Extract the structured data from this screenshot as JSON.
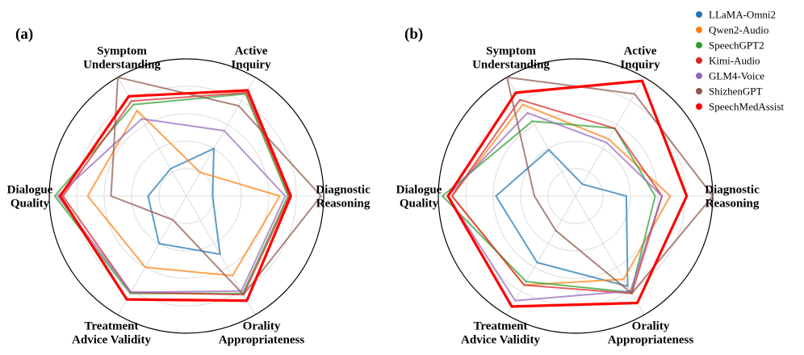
{
  "chart_data": {
    "type": "radar",
    "axes": [
      [
        "Active",
        "Inquiry"
      ],
      [
        "Diagnostic",
        "Reasoning"
      ],
      [
        "Orality",
        "Appropriateness"
      ],
      [
        "Treatment",
        "Advice Validity"
      ],
      [
        "Dialogue",
        "Quality"
      ],
      [
        "Symptom",
        "Understanding"
      ]
    ],
    "grid": true,
    "legend_position": "top-right",
    "legend": [
      {
        "name": "LLaMA-Omni2",
        "color": "#1f77b4"
      },
      {
        "name": "Qwen2-Audio",
        "color": "#ff7f0e"
      },
      {
        "name": "SpeechGPT2",
        "color": "#2ca02c"
      },
      {
        "name": "Kimi-Audio",
        "color": "#d62728"
      },
      {
        "name": "GLM4-Voice",
        "color": "#9467bd"
      },
      {
        "name": "ShizhenGPT",
        "color": "#8c564b"
      },
      {
        "name": "SpeechMedAssist",
        "color": "#ff0000"
      }
    ],
    "panels": [
      {
        "label": "(a)",
        "series": [
          {
            "name": "LLaMA-Omni2",
            "values": [
              0.4,
              0.19,
              0.49,
              0.4,
              0.28,
              0.23
            ]
          },
          {
            "name": "Qwen2-Audio",
            "values": [
              0.2,
              0.68,
              0.67,
              0.6,
              0.72,
              0.72
            ]
          },
          {
            "name": "SpeechGPT2",
            "values": [
              0.86,
              0.74,
              0.82,
              0.82,
              0.96,
              0.77
            ]
          },
          {
            "name": "Kimi-Audio",
            "values": [
              0.87,
              0.75,
              0.83,
              0.81,
              0.9,
              0.8
            ]
          },
          {
            "name": "GLM4-Voice",
            "values": [
              0.55,
              0.72,
              0.8,
              0.81,
              0.94,
              0.65
            ]
          },
          {
            "name": "ShizhenGPT",
            "values": [
              0.76,
              0.98,
              0.83,
              0.2,
              0.55,
              1.0
            ]
          },
          {
            "name": "SpeechMedAssist",
            "values": [
              0.89,
              0.76,
              0.88,
              0.87,
              0.92,
              0.84
            ]
          }
        ]
      },
      {
        "label": "(b)",
        "series": [
          {
            "name": "LLaMA-Omni2",
            "values": [
              0.1,
              0.37,
              0.76,
              0.56,
              0.58,
              0.39
            ]
          },
          {
            "name": "Qwen2-Audio",
            "values": [
              0.48,
              0.69,
              0.7,
              0.75,
              0.9,
              0.77
            ]
          },
          {
            "name": "SpeechGPT2",
            "values": [
              0.57,
              0.58,
              0.81,
              0.72,
              0.97,
              0.63
            ]
          },
          {
            "name": "Kimi-Audio",
            "values": [
              0.57,
              0.63,
              0.82,
              0.75,
              0.9,
              0.81
            ]
          },
          {
            "name": "GLM4-Voice",
            "values": [
              0.45,
              0.63,
              0.8,
              0.88,
              0.93,
              0.7
            ]
          },
          {
            "name": "ShizhenGPT",
            "values": [
              0.86,
              1.0,
              0.82,
              0.29,
              0.3,
              1.0
            ]
          },
          {
            "name": "SpeechMedAssist",
            "values": [
              0.97,
              0.81,
              0.9,
              0.93,
              0.93,
              0.87
            ]
          }
        ]
      }
    ]
  }
}
